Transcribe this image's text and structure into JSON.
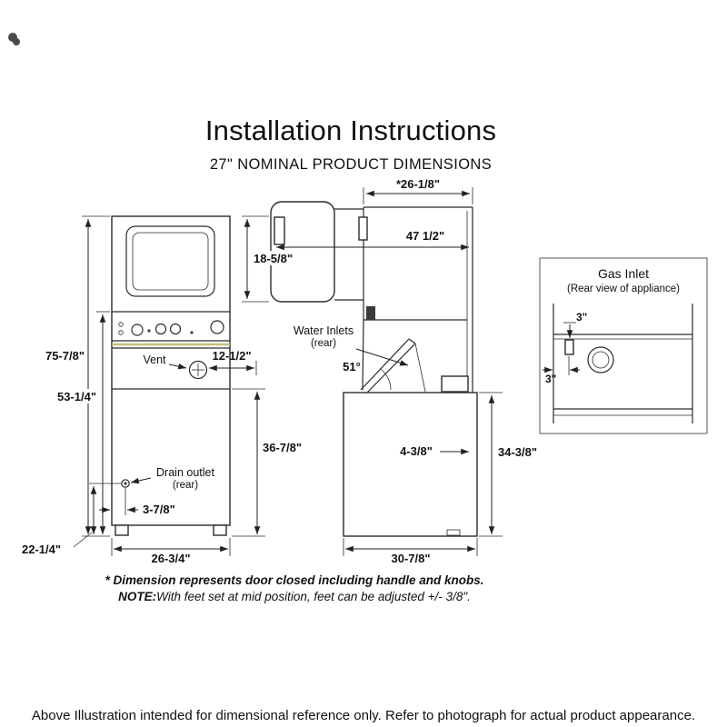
{
  "page": {
    "title": "Installation Instructions",
    "subtitle": "27\" NOMINAL PRODUCT DIMENSIONS",
    "footer": "Above Illustration intended for dimensional reference only. Refer to photograph for actual product appearance."
  },
  "notes": {
    "dimension_note": "* Dimension represents door closed including handle and knobs.",
    "note_prefix": "NOTE:",
    "note_body": "With feet set at mid position, feet can be adjusted +/- 3/8\"."
  },
  "front_view": {
    "dim_total_height": "75-7/8\"",
    "dim_washer_top_height": "53-1/4\"",
    "vent_label": "Vent",
    "dim_vent_offset": "12-1/2\"",
    "dim_lower_front_height": "36-7/8\"",
    "drain_label": "Drain outlet",
    "drain_sublabel": "(rear)",
    "dim_drain_height": "22-1/4\"",
    "dim_drain_offset": "3-7/8\"",
    "dim_width": "26-3/4\""
  },
  "side_view": {
    "dim_depth": "*26-1/8\"",
    "dim_door_height": "18-5/8\"",
    "dim_door_open_depth": "47 1/2\"",
    "water_inlets_label": "Water Inlets",
    "water_inlets_sublabel": "(rear)",
    "dim_lid_angle": "51°",
    "dim_inlet_offset": "4-3/8\"",
    "dim_washer_height": "34-3/8\"",
    "dim_base_depth": "30-7/8\""
  },
  "gas_inlet": {
    "title": "Gas Inlet",
    "subtitle": "(Rear view of appliance)",
    "dim_vertical": "3\"",
    "dim_horizontal": "3\""
  },
  "colors": {
    "accent_trim": "#c9bd7c",
    "line": "#2b2b2b"
  }
}
